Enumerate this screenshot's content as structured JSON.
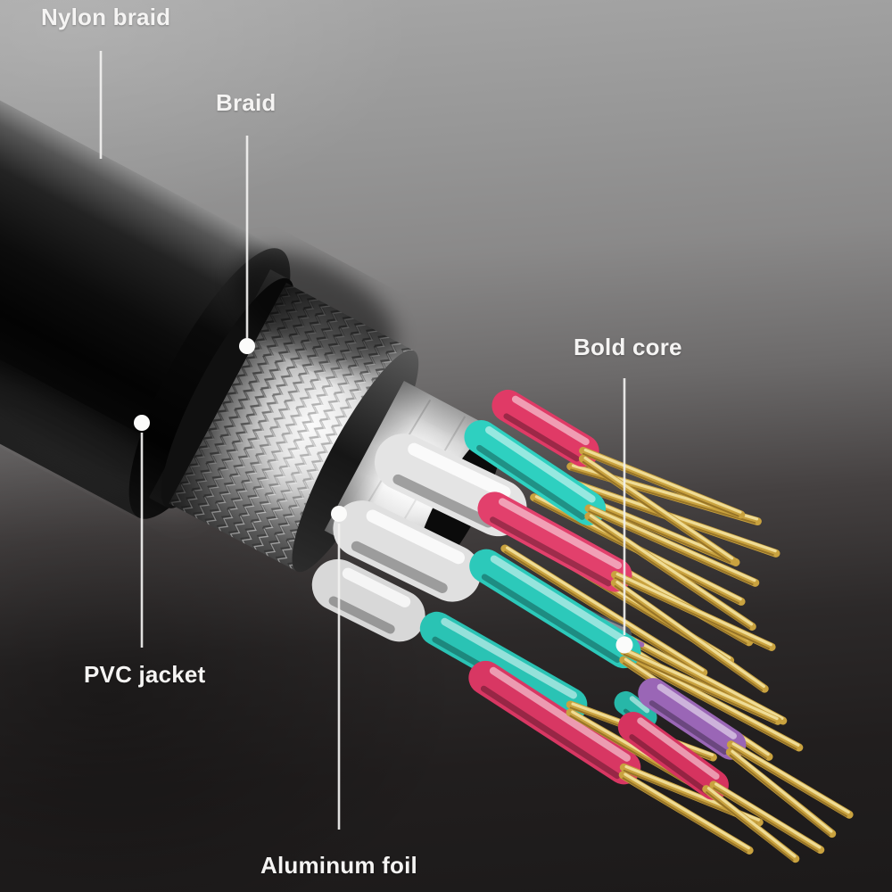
{
  "diagram": {
    "type": "cable-cutaway-annotated-photo",
    "subject": "Braided cable construction layers",
    "labels": {
      "nylon_braid": "Nylon braid",
      "braid": "Braid",
      "bold_core": "Bold core",
      "pvc_jacket": "PVC jacket",
      "aluminum_foil": "Aluminum foil"
    },
    "colors": {
      "background_top": "#989898",
      "background_bottom": "#1c1a1a",
      "jacket_black": "#0a0a0a",
      "braid_metal": "#e8e8e8",
      "aluminum_foil_white": "#f4f4f4",
      "wire_teal": "#2ed0c0",
      "wire_crimson": "#e03a66",
      "wire_purple": "#9a66b6",
      "wire_slate": "#49505a",
      "conductor_gold": "#c9a23f",
      "annotation_white": "#f5f4f3"
    }
  }
}
